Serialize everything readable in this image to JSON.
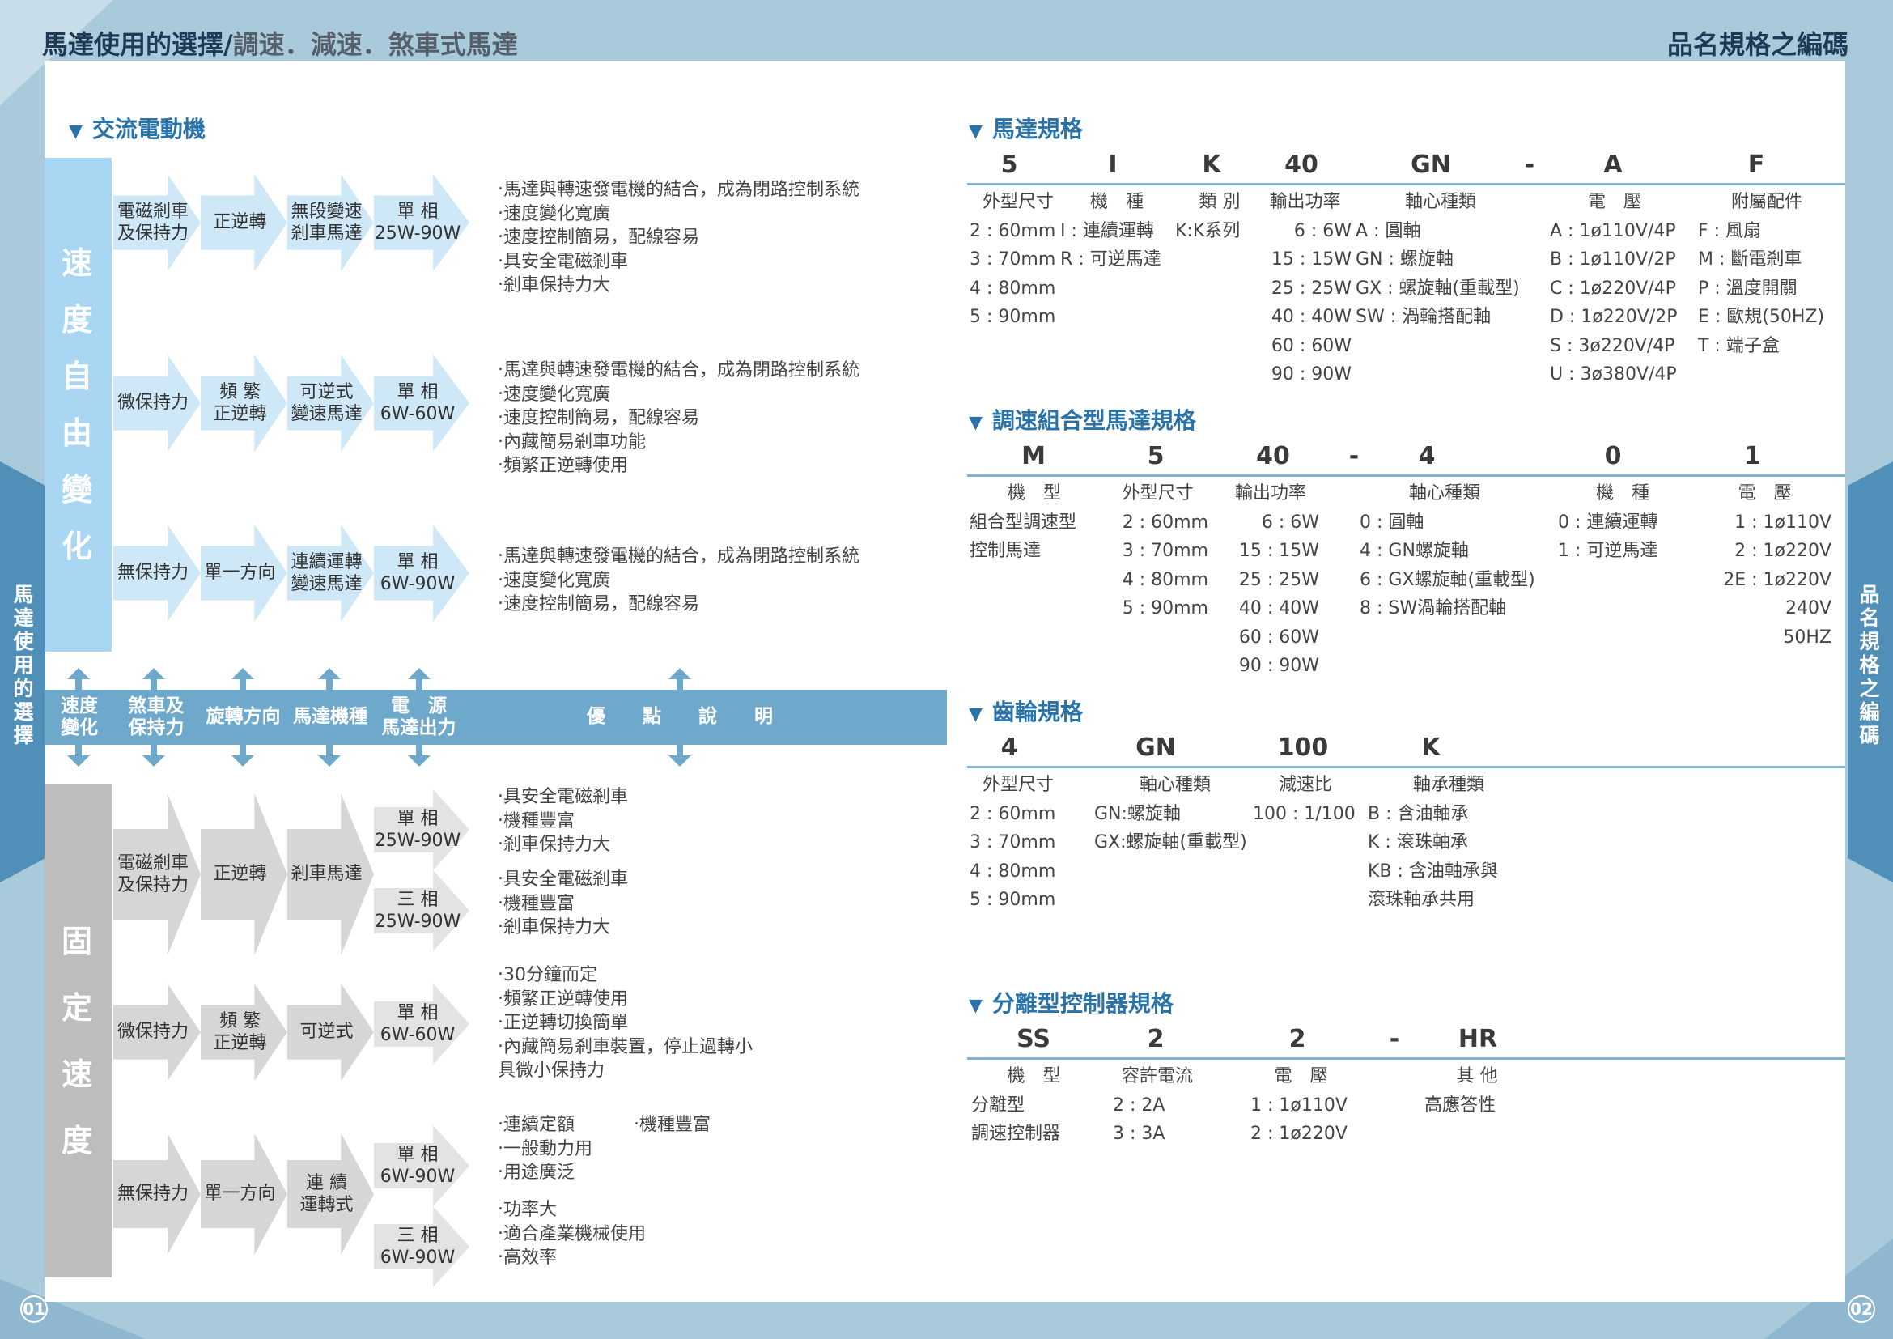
{
  "header": {
    "left_title_main": "馬達使用的選擇/",
    "left_title_sub": "調速．減速．煞車式馬達",
    "right_title": "品名規格之編碼"
  },
  "side": {
    "left": "馬達使用的選擇",
    "right": "品名規格之編碼"
  },
  "page_numbers": {
    "left": "01",
    "right": "02"
  },
  "left": {
    "section_title": "交流電動機",
    "variable_label": "速度自由變化",
    "fixed_label": "固定速度",
    "bar": {
      "col1": "速度\n變化",
      "col2": "煞車及\n保持力",
      "col3": "旋轉方向",
      "col4": "馬達機種",
      "col5": "電　源\n馬達出力",
      "col6": "優　　點　　說　　明"
    },
    "rows": [
      {
        "c1": "電磁剎車\n及保持力",
        "c2": "正逆轉",
        "c3": "無段變速\n剎車馬達",
        "c4": "單 相\n25W-90W",
        "bullets": [
          "‧馬達與轉速發電機的結合，成為閉路控制系統",
          "‧速度變化寬廣",
          "‧速度控制簡易，配線容易",
          "‧具安全電磁剎車",
          "‧剎車保持力大"
        ]
      },
      {
        "c1": "微保持力",
        "c2": "頻 繁\n正逆轉",
        "c3": "可逆式\n變速馬達",
        "c4": "單 相\n6W-60W",
        "bullets": [
          "‧馬達與轉速發電機的結合，成為閉路控制系統",
          "‧速度變化寬廣",
          "‧速度控制簡易，配線容易",
          "‧內藏簡易剎車功能",
          "‧頻繁正逆轉使用"
        ]
      },
      {
        "c1": "無保持力",
        "c2": "單一方向",
        "c3": "連續運轉\n變速馬達",
        "c4": "單 相\n6W-90W",
        "bullets": [
          "‧馬達與轉速發電機的結合，成為閉路控制系統",
          "‧速度變化寬廣",
          "‧速度控制簡易，配線容易"
        ]
      }
    ],
    "fixed_rows": [
      {
        "c1": "電磁剎車\n及保持力",
        "c2": "正逆轉",
        "c3": "剎車馬達",
        "sub": [
          {
            "c4": "單 相\n25W-90W",
            "bullets": [
              "‧具安全電磁剎車",
              "‧機種豐富",
              "‧剎車保持力大"
            ]
          },
          {
            "c4": "三 相\n25W-90W",
            "bullets": [
              "‧具安全電磁剎車",
              "‧機種豐富",
              "‧剎車保持力大"
            ]
          }
        ]
      },
      {
        "c1": "微保持力",
        "c2": "頻 繁\n正逆轉",
        "c3": "可逆式",
        "sub": [
          {
            "c4": "單 相\n6W-60W",
            "bullets": [
              "‧30分鐘而定",
              "‧頻繁正逆轉使用",
              "‧正逆轉切換簡單",
              "‧內藏簡易剎車裝置，停止過轉小",
              "具微小保持力"
            ]
          }
        ]
      },
      {
        "c1": "無保持力",
        "c2": "單一方向",
        "c3": "連 續\n運轉式",
        "sub": [
          {
            "c4": "單 相\n6W-90W",
            "bullets": [
              "‧連續定額　　　 ‧機種豐富",
              "‧一般動力用",
              "‧用途廣泛"
            ]
          },
          {
            "c4": "三 相\n6W-90W",
            "bullets": [
              "‧功率大",
              "‧適合產業機械使用",
              "‧高效率"
            ]
          }
        ]
      }
    ]
  },
  "right": {
    "motor_spec": {
      "title": "馬達規格",
      "codes": [
        "5",
        "I",
        "K",
        "40",
        "GN",
        "-",
        "A",
        "F"
      ],
      "columns": [
        {
          "head": "外型尺寸",
          "items": [
            "2 : 60mm",
            "3 : 70mm",
            "4 : 80mm",
            "5 : 90mm"
          ]
        },
        {
          "head": "機　種",
          "items": [
            "I : 連續運轉",
            "R : 可逆馬達"
          ]
        },
        {
          "head": "類 別",
          "items": [
            "K:K系列"
          ]
        },
        {
          "head": "輸出功率",
          "items": [
            "6 : 6W",
            "15 : 15W",
            "25 : 25W",
            "40 : 40W",
            "60 : 60W",
            "90 : 90W"
          ]
        },
        {
          "head": "軸心種類",
          "items": [
            "A : 圓軸",
            "GN : 螺旋軸",
            "GX : 螺旋軸(重載型)",
            "SW : 渦輪搭配軸"
          ]
        },
        {
          "head": "電　壓",
          "items": [
            "A : 1ø110V/4P",
            "B : 1ø110V/2P",
            "C : 1ø220V/4P",
            "D : 1ø220V/2P",
            "S : 3ø220V/4P",
            "U : 3ø380V/4P"
          ]
        },
        {
          "head": "附屬配件",
          "items": [
            "F : 風扇",
            "M : 斷電剎車",
            "P : 溫度開關",
            "E : 歐規(50HZ)",
            "T : 端子盒"
          ]
        }
      ]
    },
    "combo_spec": {
      "title": "調速組合型馬達規格",
      "codes": [
        "M",
        "5",
        "40",
        "-",
        "4",
        "0",
        "1"
      ],
      "columns": [
        {
          "head": "機　型",
          "items": [
            "組合型調速型",
            "控制馬達"
          ]
        },
        {
          "head": "外型尺寸",
          "items": [
            "2 : 60mm",
            "3 : 70mm",
            "4 : 80mm",
            "5 : 90mm"
          ]
        },
        {
          "head": "輸出功率",
          "items": [
            "6 : 6W",
            "15 : 15W",
            "25 : 25W",
            "40 : 40W",
            "60 : 60W",
            "90 : 90W"
          ]
        },
        {
          "head": "軸心種類",
          "items": [
            "0 : 圓軸",
            "4 : GN螺旋軸",
            "6 : GX螺旋軸(重載型)",
            "8 : SW渦輪搭配軸"
          ]
        },
        {
          "head": "機　種",
          "items": [
            "0 : 連續運轉",
            "1 : 可逆馬達"
          ]
        },
        {
          "head": "電　壓",
          "items": [
            "1 : 1ø110V",
            "2 : 1ø220V",
            "2E : 1ø220V",
            "240V",
            "50HZ"
          ]
        }
      ]
    },
    "gear_spec": {
      "title": "齒輪規格",
      "codes": [
        "4",
        "GN",
        "100",
        "K"
      ],
      "columns": [
        {
          "head": "外型尺寸",
          "items": [
            "2 : 60mm",
            "3 : 70mm",
            "4 : 80mm",
            "5 : 90mm"
          ]
        },
        {
          "head": "軸心種類",
          "items": [
            "GN:螺旋軸",
            "GX:螺旋軸(重載型)"
          ]
        },
        {
          "head": "減速比",
          "items": [
            "100 : 1/100"
          ]
        },
        {
          "head": "軸承種類",
          "items": [
            "B : 含油軸承",
            "K : 滾珠軸承",
            "KB : 含油軸承與",
            "滾珠軸承共用"
          ]
        }
      ]
    },
    "controller_spec": {
      "title": "分離型控制器規格",
      "codes": [
        "SS",
        "2",
        "2",
        "-",
        "HR"
      ],
      "columns": [
        {
          "head": "機　型",
          "items": [
            "分離型",
            "調速控制器"
          ]
        },
        {
          "head": "容許電流",
          "items": [
            "2 : 2A",
            "3 : 3A"
          ]
        },
        {
          "head": "電　壓",
          "items": [
            "1 : 1ø110V",
            "2 : 1ø220V"
          ]
        },
        {
          "head": "其 他",
          "items": [
            "高應答性"
          ]
        }
      ]
    }
  }
}
